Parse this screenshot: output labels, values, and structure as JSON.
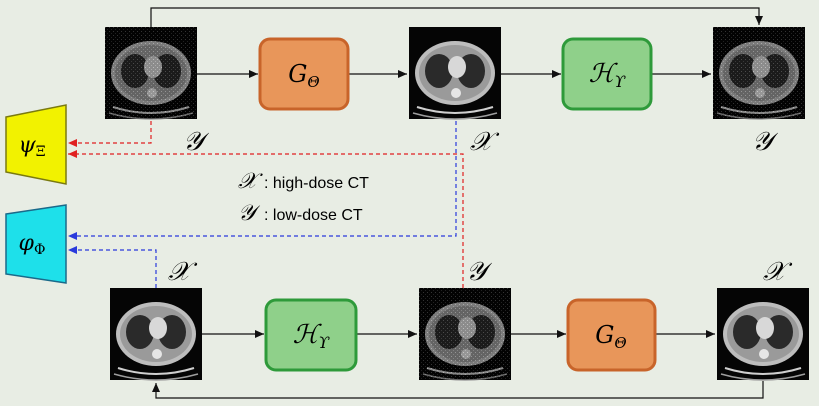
{
  "blocks": {
    "g_theta": {
      "symbol": "G",
      "subscript": "Θ",
      "fill": "#e8965a",
      "stroke": "#c8642a"
    },
    "h_upsilon": {
      "symbol": "ℋ",
      "subscript": "ϒ",
      "fill": "#8fd08a",
      "stroke": "#2e9a3a"
    }
  },
  "discriminators": {
    "psi": {
      "symbol": "ψ",
      "subscript": "Ξ",
      "fill": "#f2f200",
      "stroke": "#7a7a10"
    },
    "phi": {
      "symbol": "φ",
      "subscript": "Φ",
      "fill": "#1ee0ea",
      "stroke": "#1a6a8a"
    }
  },
  "domain_symbols": {
    "x": "𝒳",
    "y": "𝒴"
  },
  "legend": {
    "x_desc": ": high-dose CT",
    "y_desc": ": low-dose CT"
  },
  "colors": {
    "red_dashed": "#e02020",
    "blue_dashed": "#2a3adc",
    "arrow": "#111111"
  }
}
